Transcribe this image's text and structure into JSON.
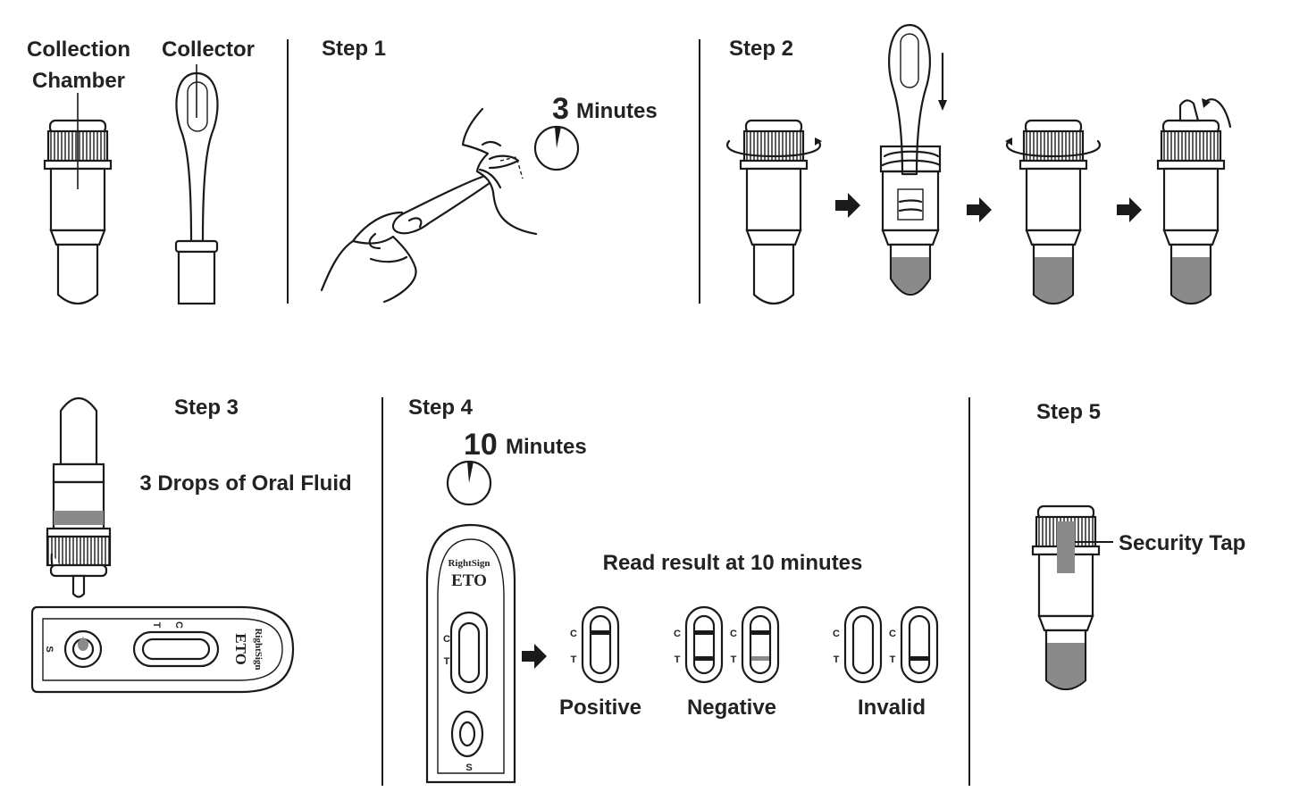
{
  "labels": {
    "collection_chamber_line1": "Collection",
    "collection_chamber_line2": "Chamber",
    "collector": "Collector",
    "step1": "Step 1",
    "step1_timer_number": "3",
    "step1_timer_unit": "Minutes",
    "step2": "Step 2",
    "step3": "Step 3",
    "step3_instruction": "3 Drops of  Oral Fluid",
    "step4": "Step 4",
    "step4_timer_number": "10",
    "step4_timer_unit": "Minutes",
    "read_result": "Read result at 10 minutes",
    "positive": "Positive",
    "negative": "Negative",
    "invalid": "Invalid",
    "step5": "Step 5",
    "security_tap": "Security Tap"
  },
  "device": {
    "brand": "RightSign",
    "model": "ETO",
    "c_mark": "C",
    "t_mark": "T",
    "s_mark": "S"
  },
  "colors": {
    "ink": "#1a1a1a",
    "fluid": "#8a8a8a",
    "background": "#ffffff"
  }
}
